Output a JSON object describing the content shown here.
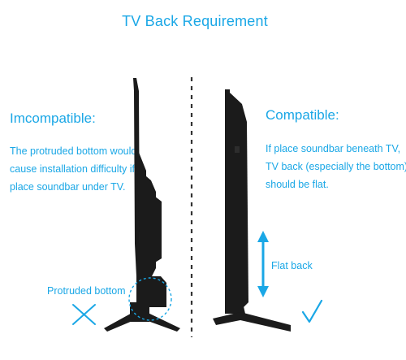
{
  "title": "TV Back Requirement",
  "left_panel": {
    "heading": "Imcompatible:",
    "description_lines": [
      "The protruded bottom would",
      "cause installation difficulty if",
      "place soundbar under TV."
    ],
    "callout": "Protruded bottom",
    "mark": "cross-icon"
  },
  "right_panel": {
    "heading": "Compatible:",
    "description_lines": [
      "If place soundbar beneath TV,",
      "TV back (especially the bottom)",
      "should be flat."
    ],
    "callout": "Flat back",
    "mark": "check-icon"
  },
  "colors": {
    "accent": "#1aa7e6",
    "tv_body": "#1b1b1b",
    "divider": "#333333"
  }
}
